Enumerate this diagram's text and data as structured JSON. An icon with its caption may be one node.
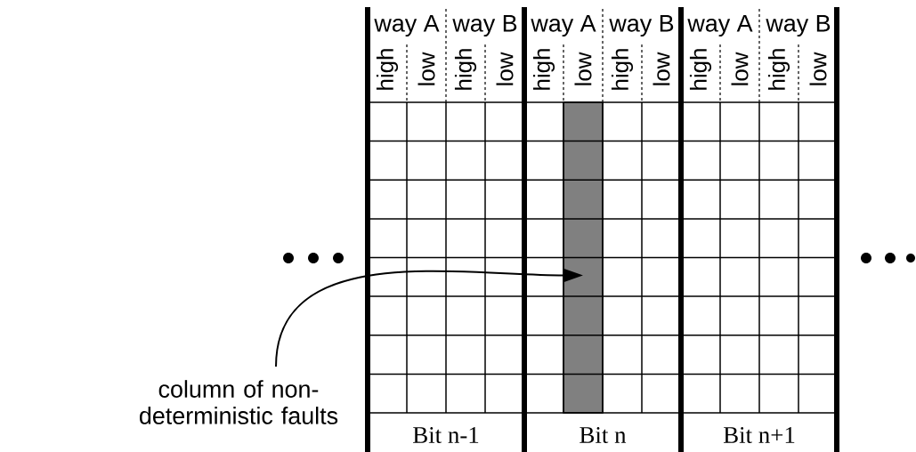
{
  "diagram": {
    "nodes": [
      {
        "text": [
          "column of non-deterministic faults"
        ]
      },
      {
        "text": [],
        "shape": "bar"
      }
    ],
    "edges": [
      {
        "from": 0,
        "to": 1,
        "arrow": "to"
      }
    ],
    "labels": [
      "way A",
      "way B",
      "way A",
      "way B",
      "way A",
      "way B",
      "high",
      "low",
      "high",
      "low",
      "high",
      "low",
      "high",
      "low",
      "high",
      "low",
      "high",
      "low",
      "Bit n-1",
      "Bit n",
      "Bit n+1"
    ]
  }
}
